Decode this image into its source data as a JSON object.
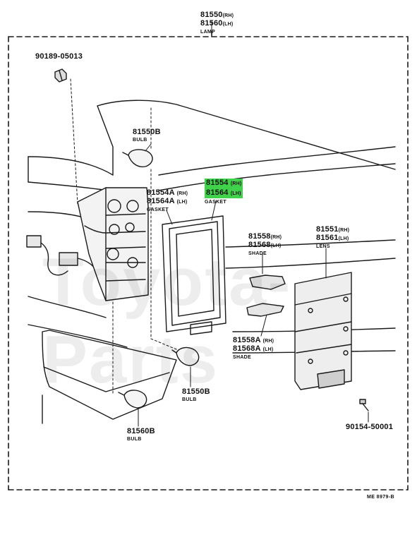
{
  "watermark": "Toyota-Parts",
  "footer_code": "ME 8979-B",
  "parts": {
    "lamp": {
      "part_rh": "81550",
      "rh": "(RH)",
      "part_lh": "81560",
      "lh": "(LH)",
      "name": "LAMP"
    },
    "screw_top": {
      "number": "90189-05013"
    },
    "bulb_upper": {
      "number": "81550B",
      "name": "BULB"
    },
    "gasket_a": {
      "part_rh": "81554A",
      "rh": "(RH)",
      "part_lh": "81564A",
      "lh": "(LH)",
      "name": "GASKET"
    },
    "gasket": {
      "part_rh": "81554",
      "rh": "(RH)",
      "part_lh": "81564",
      "lh": "(LH)",
      "name": "GASKET"
    },
    "shade": {
      "part_rh": "81558",
      "rh": "(RH)",
      "part_lh": "81568",
      "lh": "(LH)",
      "name": "SHADE"
    },
    "shade_a": {
      "part_rh": "81558A",
      "rh": "(RH)",
      "part_lh": "81568A",
      "lh": "(LH)",
      "name": "SHADE"
    },
    "lens": {
      "part_rh": "81551",
      "rh": "(RH)",
      "part_lh": "81561",
      "lh": "(LH)",
      "name": "LENS"
    },
    "bulb_mid": {
      "number": "81550B",
      "name": "BULB"
    },
    "bulb_lower": {
      "number": "81560B",
      "name": "BULB"
    },
    "screw_lens": {
      "number": "90154-50001"
    }
  },
  "colors": {
    "line": "#1a1a1a",
    "highlight": "#3fd24a",
    "background": "#ffffff"
  }
}
